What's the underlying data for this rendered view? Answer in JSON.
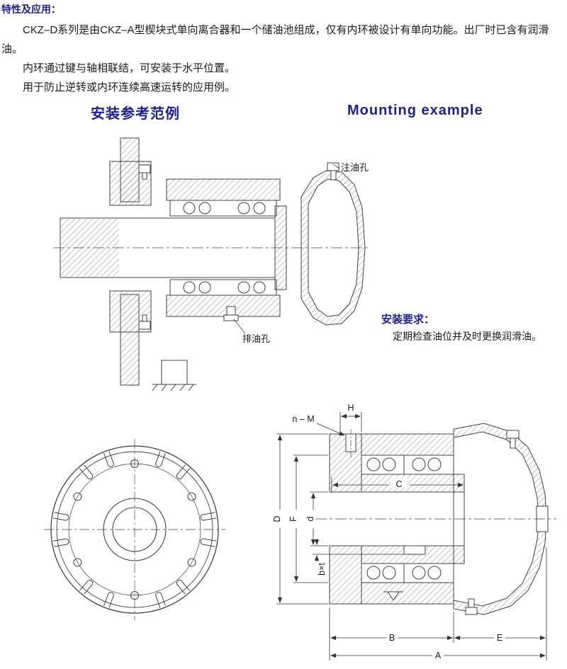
{
  "intro": {
    "title": "特性及应用：",
    "para1": "CKZ–D系列是由CKZ–A型楔块式单向离合器和一个储油池组成，仅有内环被设计有单向功能。出厂时已含有润滑油。",
    "para2": "内环通过键与轴相联结，可安装于水平位置。",
    "para3": "用于防止逆转或内环连续高速运转的应用例。"
  },
  "headings": {
    "zh": "安装参考范例",
    "en": "Mounting example"
  },
  "mounting": {
    "oil_fill_label": "注油孔",
    "oil_drain_label": "排油孔"
  },
  "requirements": {
    "title": "安装要求：",
    "body": "定期检查油位并及时更换润滑油。"
  },
  "dims": {
    "n_m": "n – M",
    "H": "H",
    "C": "C",
    "D": "D",
    "F": "F",
    "d": "d",
    "bxt": "b×t",
    "B": "B",
    "E": "E",
    "A": "A"
  },
  "colors": {
    "accent_navy": "#1e1e8c",
    "text": "#1a1a1a",
    "line": "#404040"
  }
}
